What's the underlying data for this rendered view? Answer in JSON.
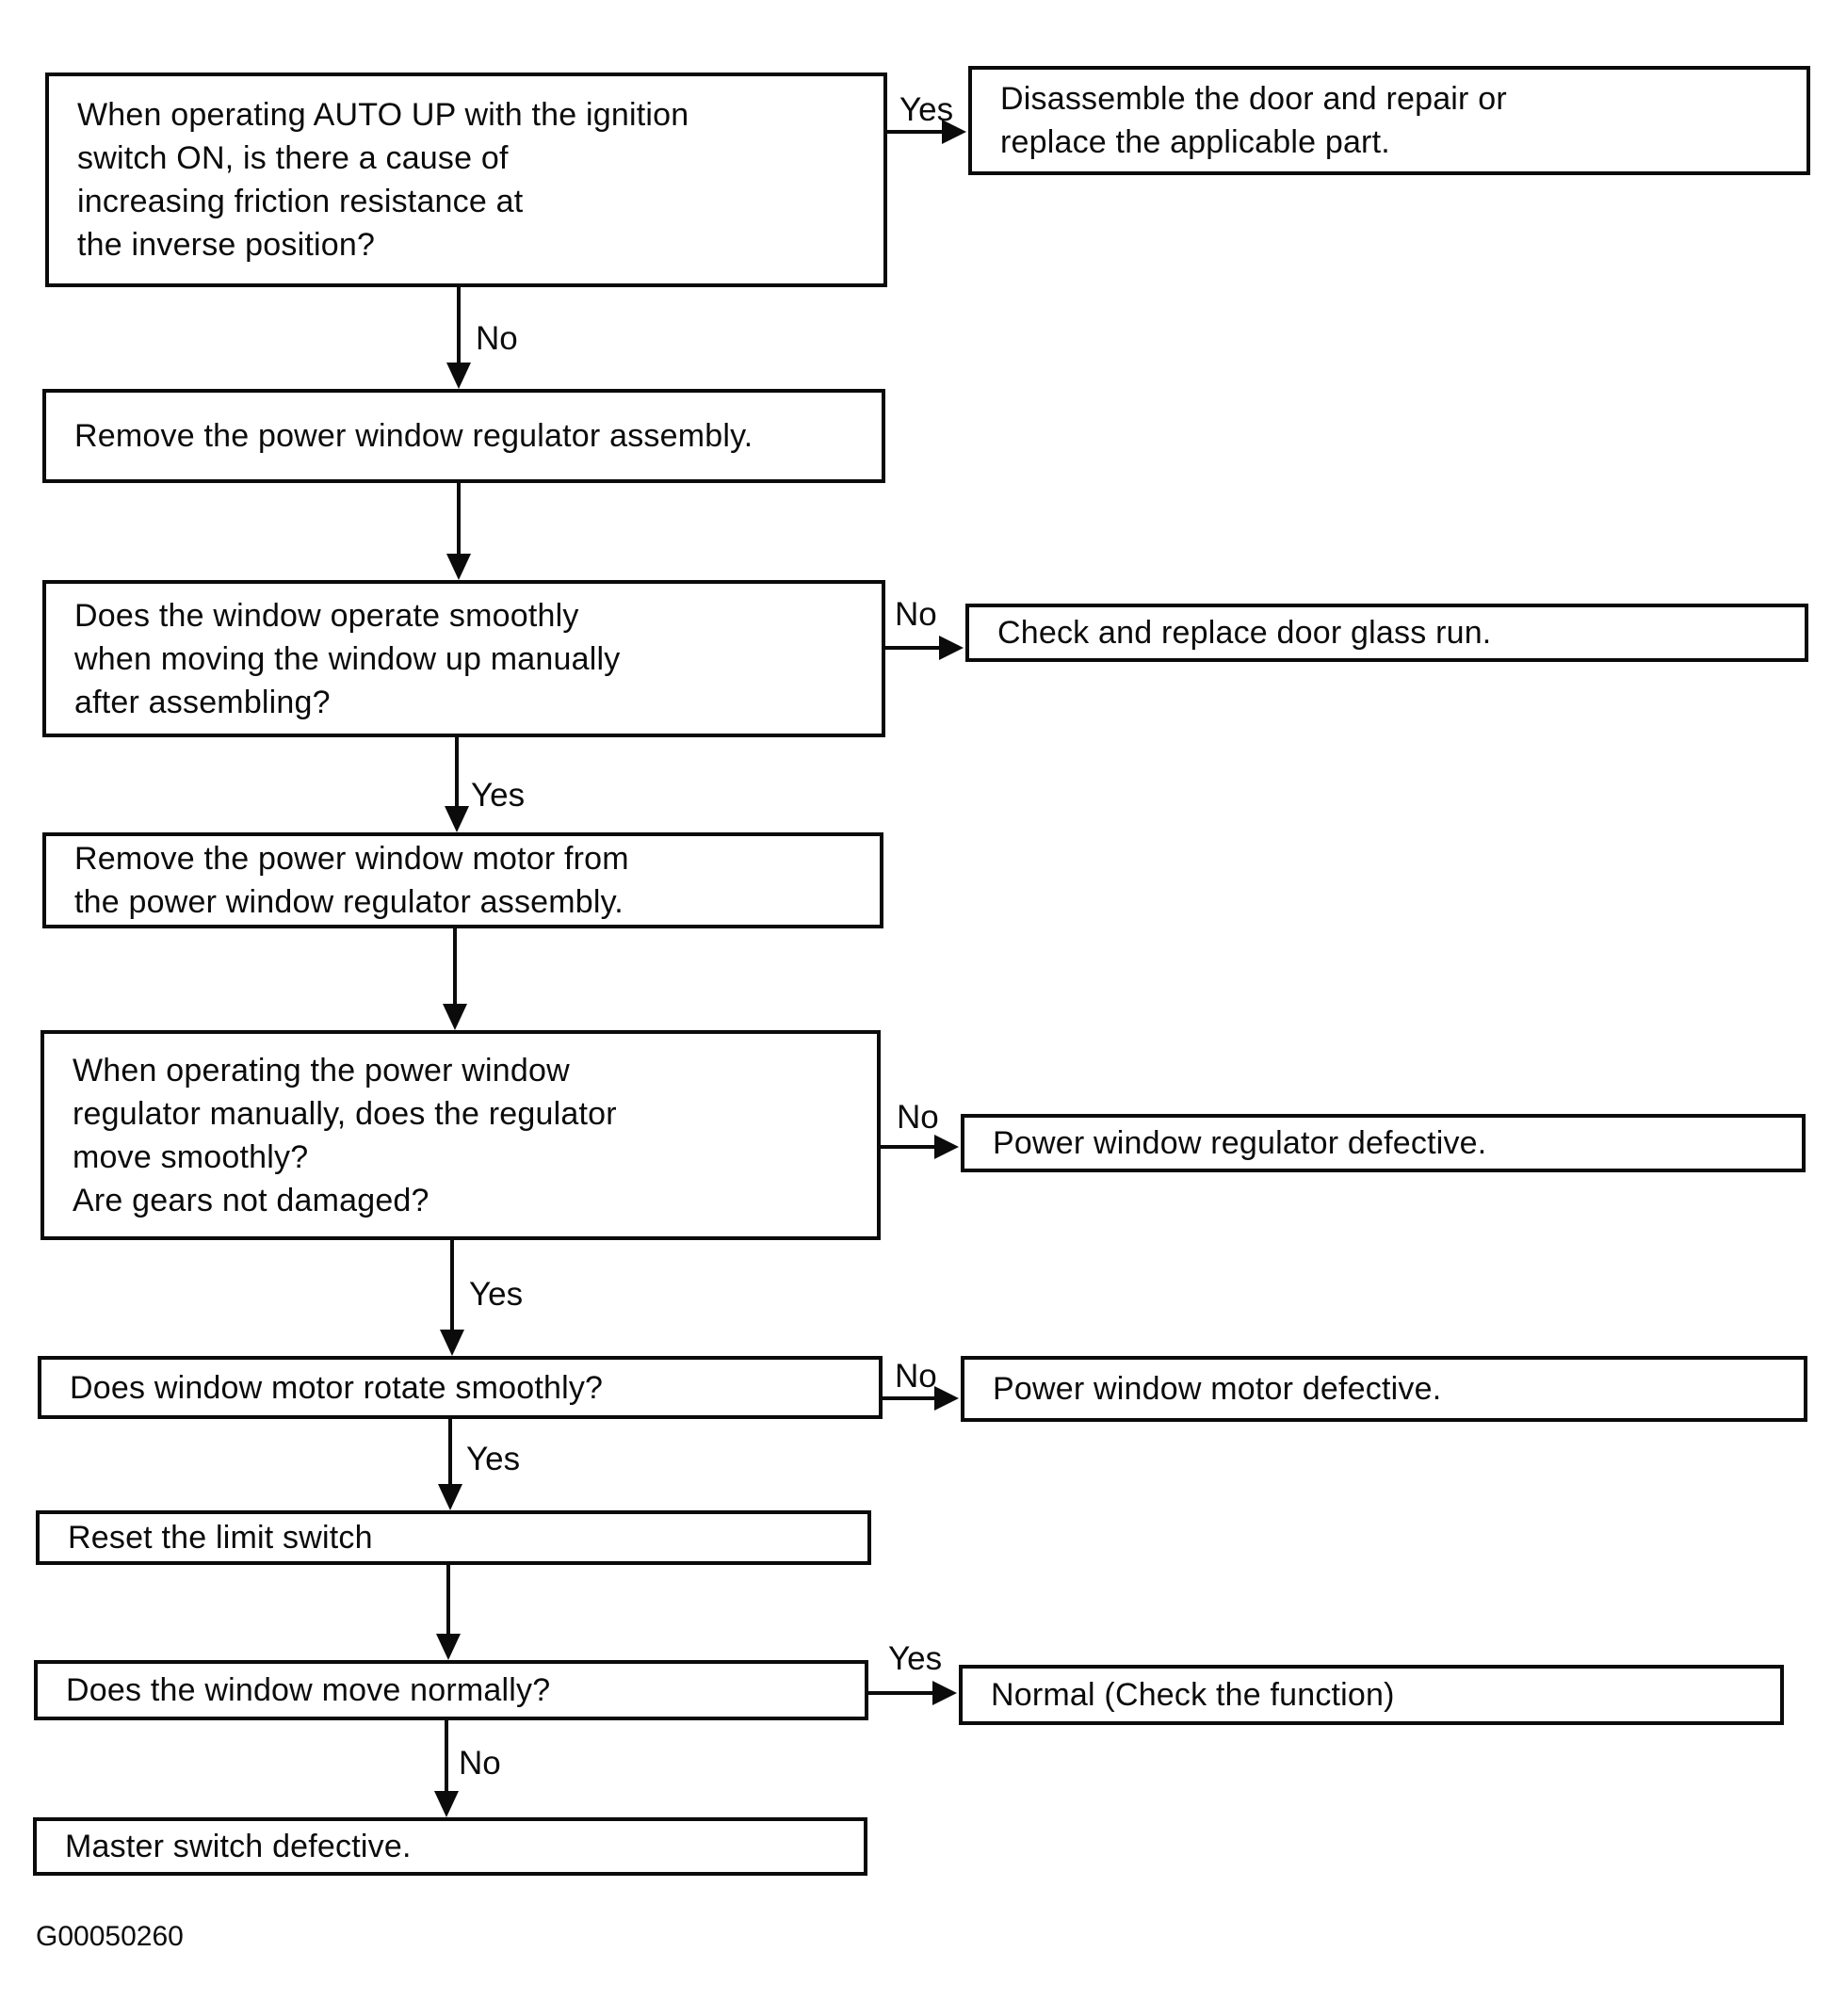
{
  "figure_code": "G00050260",
  "flowchart": {
    "nodes": {
      "q1": "When operating AUTO UP with the ignition\nswitch ON, is there a cause of\nincreasing friction resistance at\nthe inverse position?",
      "a1": "Disassemble the door and repair or\nreplace the applicable part.",
      "p1": "Remove the power window regulator assembly.",
      "q2": "Does the window operate smoothly\nwhen moving the window up manually\nafter assembling?",
      "a2": "Check and replace door glass run.",
      "p2": "Remove the power window motor from\nthe power window regulator assembly.",
      "q3": "When operating the power window\nregulator manually, does the regulator\nmove smoothly?\nAre gears not damaged?",
      "a3": "Power window regulator defective.",
      "q4": "Does window motor rotate smoothly?",
      "a4": "Power window motor defective.",
      "p3": "Reset the limit switch",
      "q5": "Does the window move normally?",
      "a5": "Normal (Check the function)",
      "a6": "Master switch defective."
    },
    "edge_labels": {
      "yes1": "Yes",
      "no1": "No",
      "no2": "No",
      "yes2": "Yes",
      "no3": "No",
      "yes3": "Yes",
      "no4": "No",
      "yes4": "Yes",
      "yes5": "Yes",
      "no5": "No"
    }
  }
}
